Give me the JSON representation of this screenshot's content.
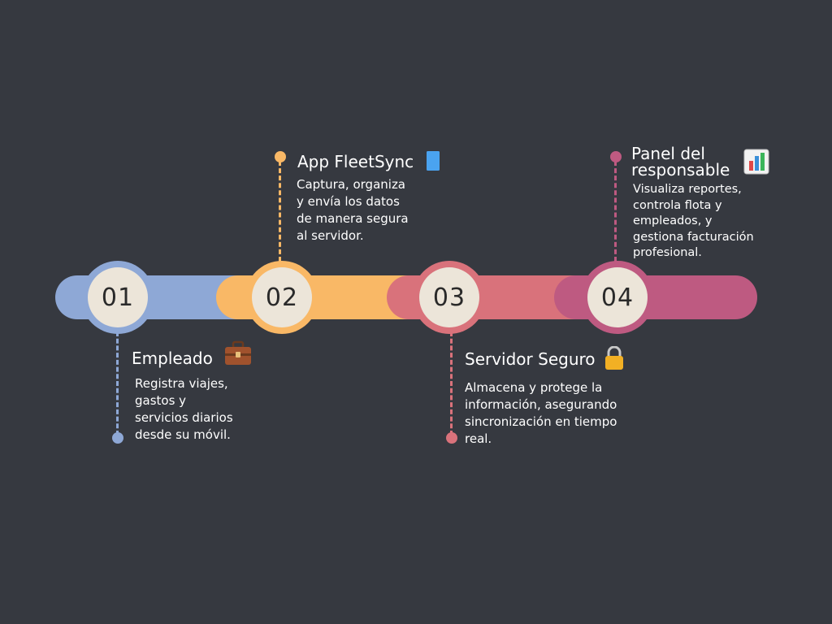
{
  "steps": [
    {
      "number": "01",
      "title": "Empleado",
      "icon": "briefcase-icon",
      "desc": [
        "Registra viajes,",
        "gastos y",
        "servicios diarios",
        "desde su móvil."
      ],
      "color": "#8ea8d6"
    },
    {
      "number": "02",
      "title": "App FleetSync",
      "icon": "phone-icon",
      "desc": [
        "Captura, organiza",
        "y envía los datos",
        "de manera segura",
        "al servidor."
      ],
      "color": "#f9b866"
    },
    {
      "number": "03",
      "title": "Servidor Seguro",
      "icon": "lock-icon",
      "desc": [
        "Almacena y protege la",
        "información, asegurando",
        "sincronización en tiempo",
        "real."
      ],
      "color": "#d9727b"
    },
    {
      "number": "04",
      "title_lines": [
        "Panel del",
        "responsable"
      ],
      "icon": "bar-chart-icon",
      "desc": [
        "Visualiza reportes,",
        "controla flota y",
        "empleados, y",
        "gestiona facturación",
        "profesional."
      ],
      "color": "#be5a81"
    }
  ]
}
